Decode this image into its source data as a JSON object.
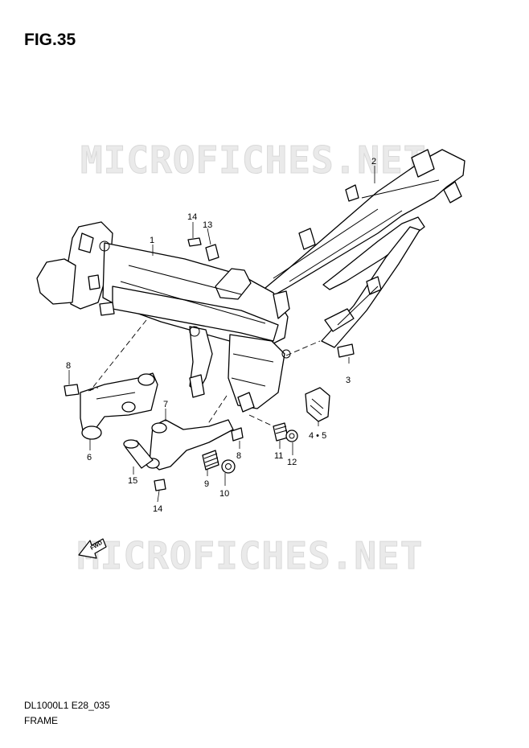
{
  "figure": {
    "title": "FIG.35"
  },
  "watermark": {
    "text": "MICROFICHES.NET"
  },
  "footer": {
    "code": "DL1000L1 E28_035",
    "name": "FRAME"
  },
  "fwd_label": "FWD",
  "callouts": {
    "c1": "1",
    "c2": "2",
    "c3": "3",
    "c4_5": "4 • 5",
    "c6": "6",
    "c7": "7",
    "c8a": "8",
    "c8b": "8",
    "c9": "9",
    "c10": "10",
    "c11": "11",
    "c12": "12",
    "c13": "13",
    "c14a": "14",
    "c14b": "14",
    "c15": "15"
  }
}
